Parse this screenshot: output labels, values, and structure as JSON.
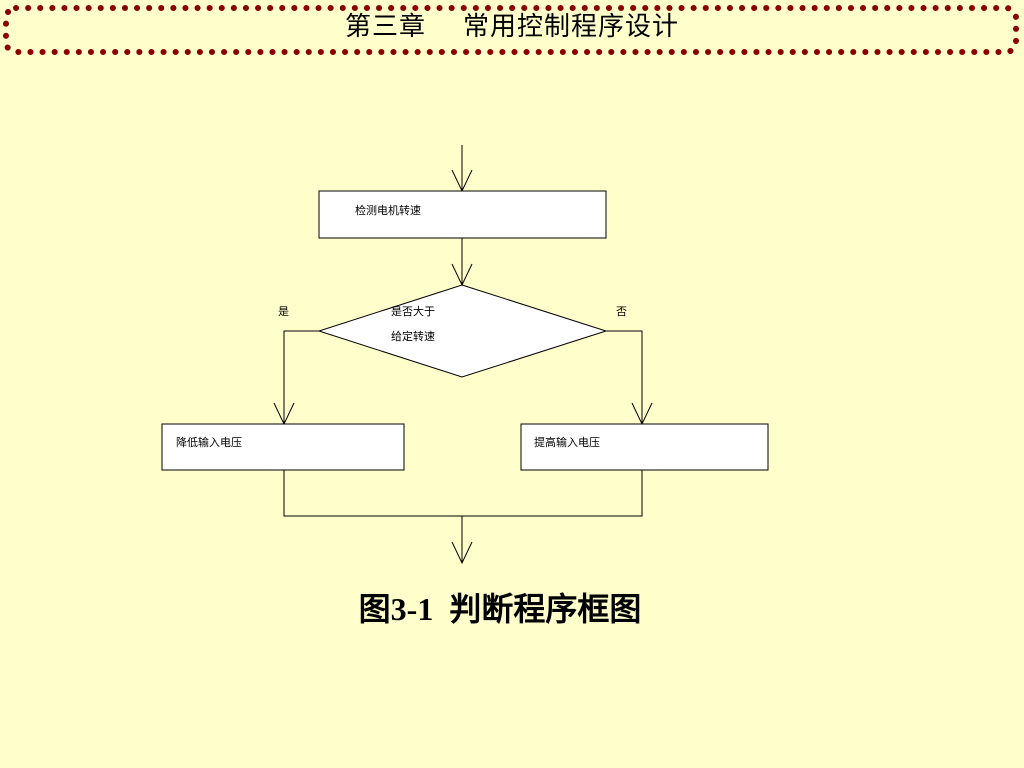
{
  "header": {
    "title": "第三章    常用控制程序设计"
  },
  "flowchart": {
    "process_measure": "检测电机转速",
    "decision_line1": "是否大于",
    "decision_line2": "给定转速",
    "branch_yes": "是",
    "branch_no": "否",
    "process_lower": "降低输入电压",
    "process_raise": "提高输入电压"
  },
  "caption": "图3-1  判断程序框图",
  "colors": {
    "background": "#ffffcc",
    "border_dots": "#8b0000",
    "line": "#000000",
    "box_fill": "#ffffff"
  }
}
